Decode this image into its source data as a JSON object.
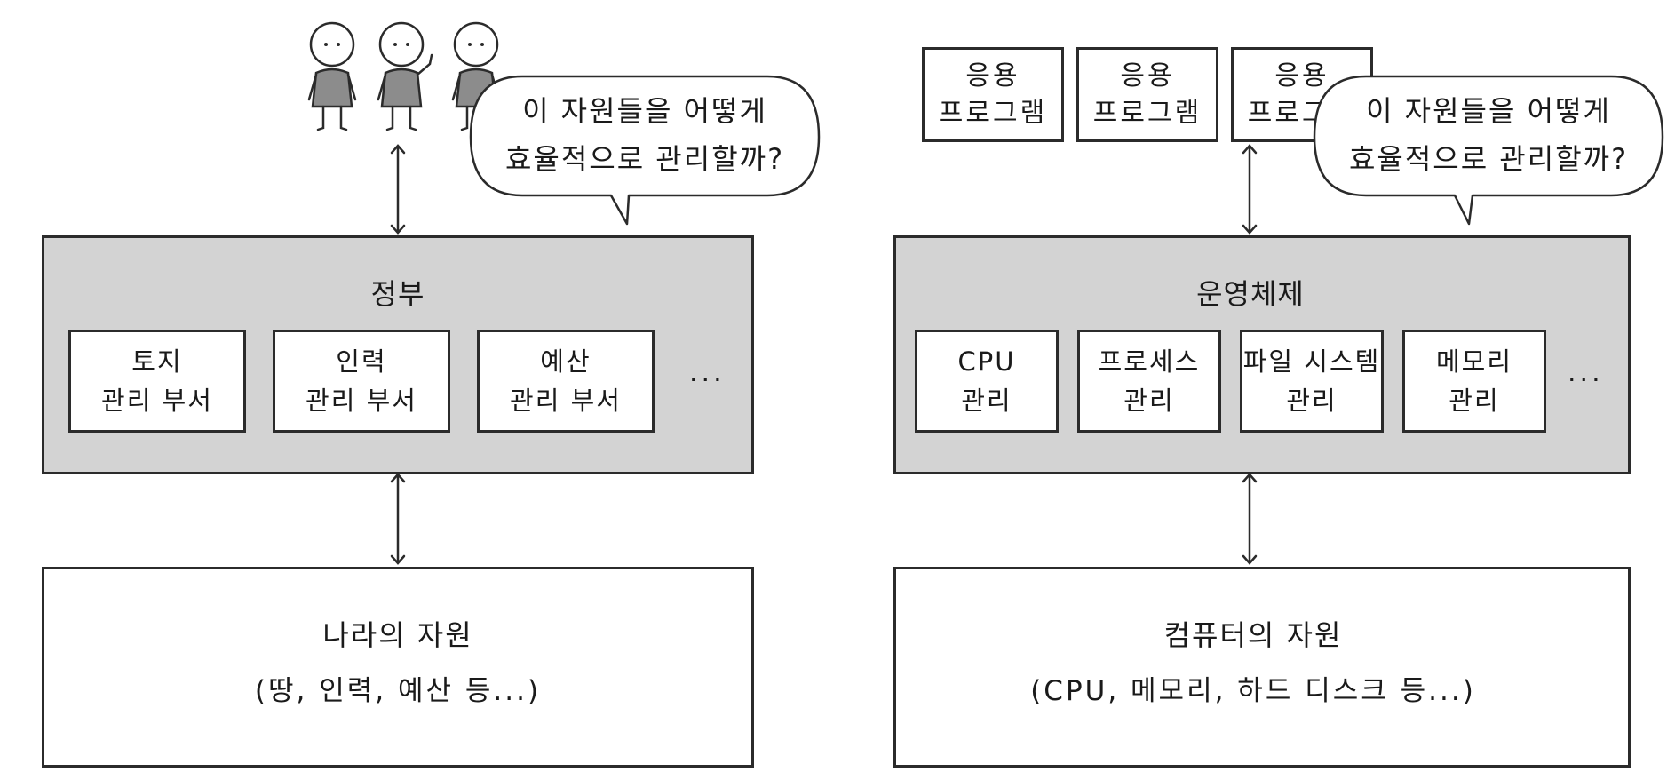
{
  "left": {
    "bubble_text": "이 자원들을 어떻게\n효율적으로 관리할까?",
    "container_title": "정부",
    "departments": [
      "토지\n관리 부서",
      "인력\n관리 부서",
      "예산\n관리 부서"
    ],
    "ellipsis": "...",
    "resource_title": "나라의 자원",
    "resource_detail": "(땅, 인력, 예산 등...)"
  },
  "right": {
    "applications": [
      "응용\n프로그램",
      "응용\n프로그램",
      "응용\n프로그램"
    ],
    "bubble_text": "이 자원들을 어떻게\n효율적으로 관리할까?",
    "container_title": "운영체제",
    "modules": [
      "CPU\n관리",
      "프로세스\n관리",
      "파일 시스템\n관리",
      "메모리\n관리"
    ],
    "ellipsis": "...",
    "resource_title": "컴퓨터의 자원",
    "resource_detail": "(CPU, 메모리, 하드 디스크 등...)"
  },
  "colors": {
    "container_fill": "#d3d3d3",
    "figure_body": "#8c8c8c",
    "outline": "#2b2b2b"
  },
  "icons": [
    "person-icon",
    "waving-person-icon",
    "speech-bubble",
    "double-arrow"
  ]
}
